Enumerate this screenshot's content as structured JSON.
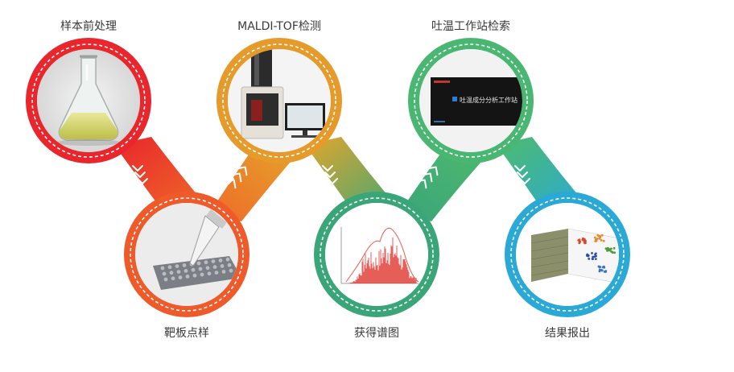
{
  "steps": [
    {
      "label": "样本前处理",
      "color": "#e8262b",
      "image": "flask-photo"
    },
    {
      "label": "MALDI-TOF检测",
      "color": "#e59a2a",
      "image": "maldi-tof-instrument-photo"
    },
    {
      "label": "吐温工作站检索",
      "color": "#49b672",
      "image": "workstation-software-screenshot"
    },
    {
      "label": "靶板点样",
      "color": "#ee5a2a",
      "image": "target-plate-pipette-photo"
    },
    {
      "label": "获得谱图",
      "color": "#3ba57a",
      "image": "mass-spectrum-chart"
    },
    {
      "label": "结果报出",
      "color": "#2aa9d6",
      "image": "cluster-3d-scatter-plot"
    }
  ],
  "screen_title": "吐温成分分析工作站",
  "connector_icon": "chevron-arrows-icon"
}
